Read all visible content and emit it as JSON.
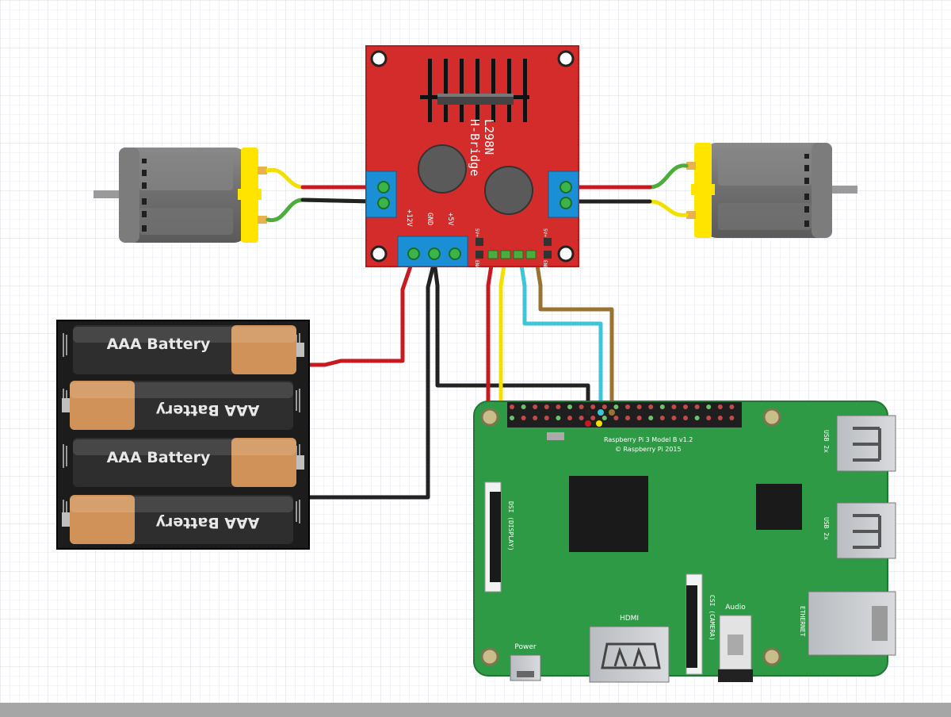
{
  "colors": {
    "wire_red": "#c8191e",
    "wire_black": "#222222",
    "wire_yellow": "#f1e000",
    "wire_cyan": "#3cc6d8",
    "wire_brown": "#9b7330",
    "wire_green": "#4cad3a",
    "hbridge_board": "#d42b2b",
    "pi_board": "#2f9a45",
    "battery_copper": "#d1925a",
    "grid_line": "#e3e7ee"
  },
  "hbridge": {
    "title_line1": "L298N",
    "title_line2": "H-Bridge",
    "pin_vin": "+12V",
    "pin_gnd": "GND",
    "pin_5v": "+5V",
    "label_5v_left": "5V+",
    "label_5v_right": "5V+",
    "label_ena": "ENA",
    "label_enb": "ENB"
  },
  "battery_pack": {
    "cells": [
      {
        "label": "AAA Battery",
        "flipped": false
      },
      {
        "label": "AAA Battery",
        "flipped": true
      },
      {
        "label": "AAA Battery",
        "flipped": false
      },
      {
        "label": "AAA Battery",
        "flipped": true
      }
    ]
  },
  "raspberry_pi": {
    "model_line": "Raspberry Pi 3 Model B v1.2",
    "copyright_line": "© Raspberry Pi 2015",
    "power_label": "Power",
    "hdmi_label": "HDMI",
    "audio_label": "Audio",
    "display_label": "DSI (DISPLAY)",
    "camera_label": "CSI (CAMERA)",
    "usb_label_1": "USB 2x",
    "usb_label_2": "USB 2x",
    "ethernet_label": "ETHERNET"
  }
}
